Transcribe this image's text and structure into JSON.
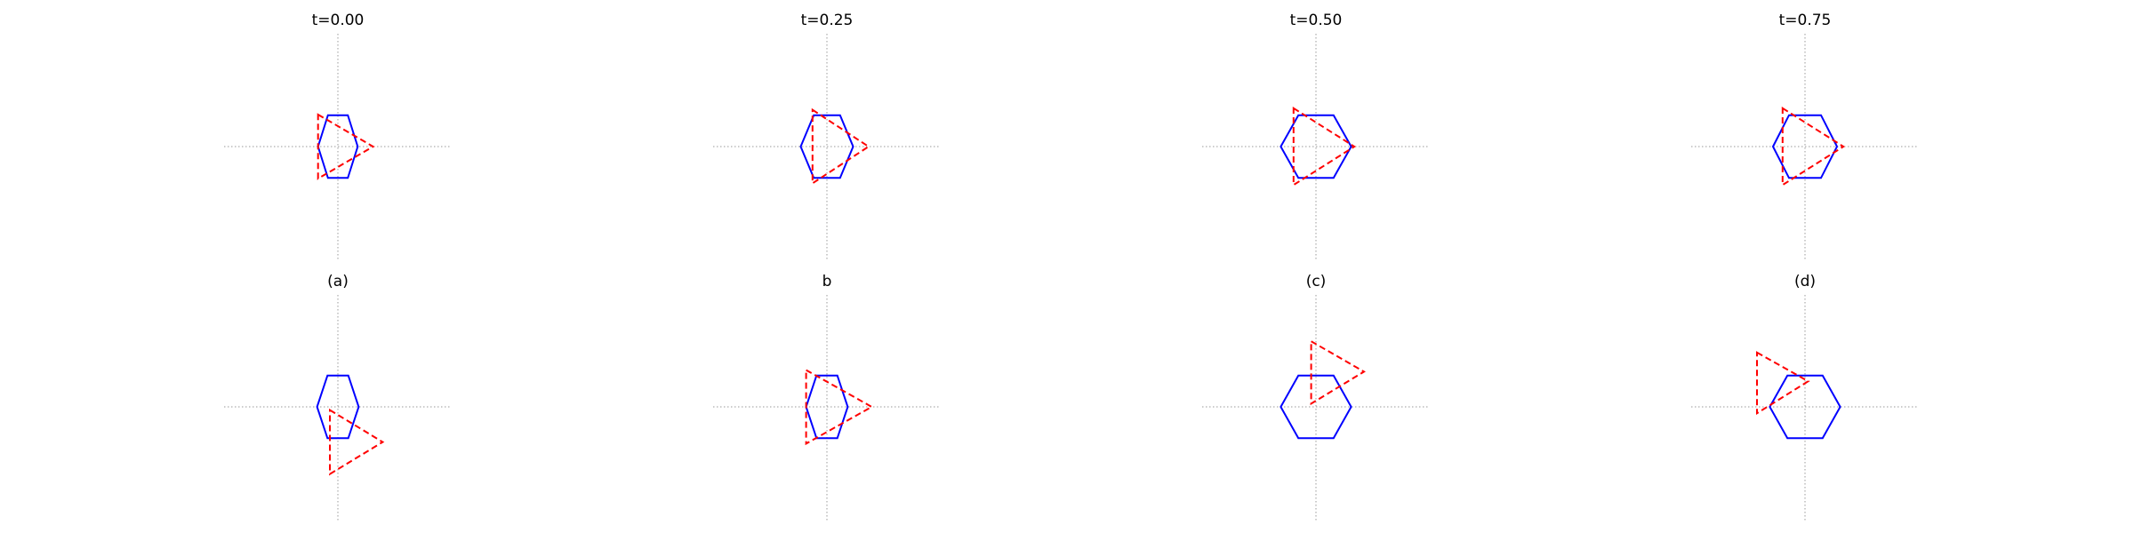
{
  "colors": {
    "hexagon": "#0000ff",
    "triangle": "#ff0000",
    "axis": "#9a9a9a",
    "background": "#ffffff"
  },
  "panels": [
    {
      "title": "t=0.00",
      "hexagon": {
        "cx": 0,
        "cy": 0,
        "rx": 0.62,
        "h": 1
      },
      "triangle": [
        [
          -0.62,
          1
        ],
        [
          1.1,
          0
        ],
        [
          -0.62,
          -1
        ]
      ]
    },
    {
      "title": "t=0.25",
      "hexagon": {
        "cx": 0,
        "cy": 0,
        "rx": 0.82,
        "h": 1
      },
      "triangle": [
        [
          -0.45,
          1.15
        ],
        [
          1.3,
          0
        ],
        [
          -0.45,
          -1.15
        ]
      ]
    },
    {
      "title": "t=0.50",
      "hexagon": {
        "cx": 0,
        "cy": 0,
        "rx": 1.1,
        "h": 1
      },
      "triangle": [
        [
          -0.7,
          1.2
        ],
        [
          1.2,
          0
        ],
        [
          -0.7,
          -1.2
        ]
      ]
    },
    {
      "title": "t=0.75",
      "hexagon": {
        "cx": 0,
        "cy": 0,
        "rx": 1.0,
        "h": 1
      },
      "triangle": [
        [
          -0.7,
          1.2
        ],
        [
          1.2,
          0
        ],
        [
          -0.7,
          -1.2
        ]
      ]
    },
    {
      "title": "(a)",
      "hexagon": {
        "cx": 0,
        "cy": 0,
        "rx": 0.65,
        "h": 1
      },
      "triangle": [
        [
          -0.25,
          -0.1
        ],
        [
          1.4,
          -1.1
        ],
        [
          -0.25,
          -2.1
        ]
      ]
    },
    {
      "title": "b",
      "hexagon": {
        "cx": 0,
        "cy": 0,
        "rx": 0.65,
        "h": 1
      },
      "triangle": [
        [
          -0.65,
          1.15
        ],
        [
          1.4,
          0
        ],
        [
          -0.65,
          -1.15
        ]
      ]
    },
    {
      "title": "(c)",
      "hexagon": {
        "cx": 0,
        "cy": 0,
        "rx": 1.1,
        "h": 1
      },
      "triangle": [
        [
          -0.15,
          2.05
        ],
        [
          1.5,
          1.1
        ],
        [
          -0.15,
          0.1
        ]
      ]
    },
    {
      "title": "(d)",
      "hexagon": {
        "cx": 0,
        "cy": 0,
        "rx": 1.1,
        "h": 1
      },
      "triangle": [
        [
          -1.5,
          1.7
        ],
        [
          0.1,
          0.8
        ],
        [
          -1.5,
          -0.2
        ]
      ]
    }
  ]
}
